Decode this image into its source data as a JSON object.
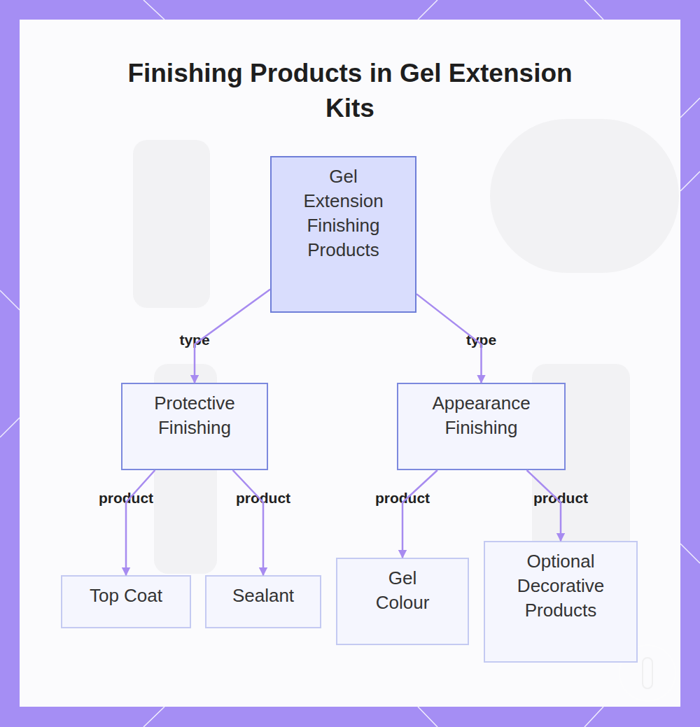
{
  "diagram": {
    "title": "Finishing Products in Gel Extension Kits",
    "nodes": [
      {
        "text": [
          "Gel Extension Finishing Products"
        ]
      },
      {
        "text": [
          "Protective Finishing"
        ]
      },
      {
        "text": [
          "Appearance Finishing"
        ]
      },
      {
        "text": [
          "Top Coat"
        ]
      },
      {
        "text": [
          "Sealant"
        ]
      },
      {
        "text": [
          "Gel Colour"
        ]
      },
      {
        "text": [
          "Optional Decorative Products"
        ]
      }
    ],
    "edges": [
      {
        "from": 0,
        "to": 1,
        "label": "type",
        "arrow": "to"
      },
      {
        "from": 0,
        "to": 2,
        "label": "type",
        "arrow": "to"
      },
      {
        "from": 1,
        "to": 3,
        "label": "product",
        "arrow": "to"
      },
      {
        "from": 1,
        "to": 4,
        "label": "product",
        "arrow": "to"
      },
      {
        "from": 2,
        "to": 5,
        "label": "product",
        "arrow": "to"
      },
      {
        "from": 2,
        "to": 6,
        "label": "product",
        "arrow": "to"
      }
    ]
  }
}
